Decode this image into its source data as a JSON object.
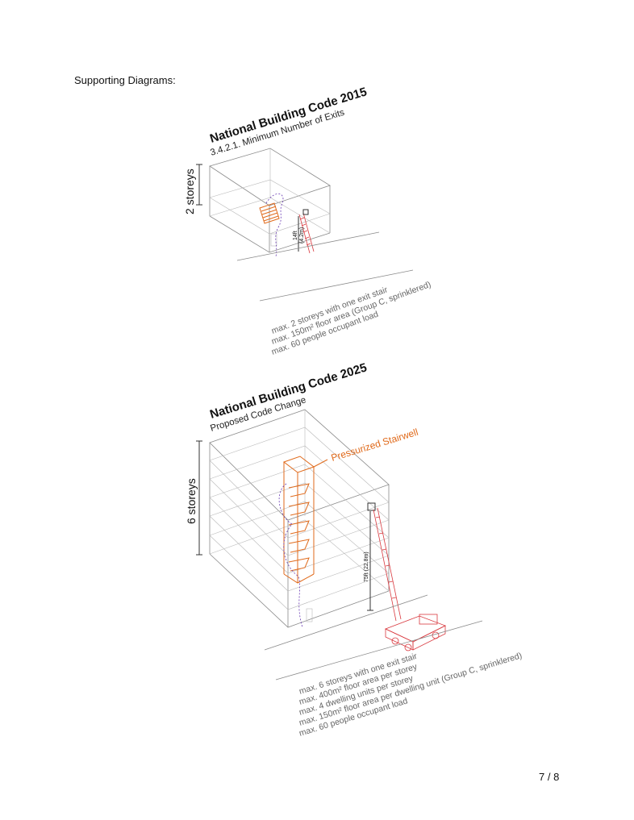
{
  "page": {
    "heading": "Supporting Diagrams:",
    "page_number": "7 / 8"
  },
  "diagram_2015": {
    "title": "National Building Code 2015",
    "subtitle": "3.4.2.1. Minimum Number of Exits",
    "storeys_label": "2 storeys",
    "height_label": "14ft",
    "height_label_metric": "(4.2m)",
    "notes": [
      "max. 2 storeys with one exit stair",
      "max. 150m² floor area (Group C, sprinklered)",
      "max. 60 people occupant load"
    ]
  },
  "diagram_2025": {
    "title": "National Building Code 2025",
    "subtitle": "Proposed Code Change",
    "storeys_label": "6 storeys",
    "stairwell_label": "Pressurized Stairwell",
    "height_label": "75ft (22.8m)",
    "notes": [
      "max. 6 storeys with one exit stair",
      "max. 400m² floor area per storey",
      "max. 4 dwelling units per storey",
      "max. 150m² floor area per dwelling unit (Group C, sprinklered)",
      "max. 60 people occupant load"
    ]
  },
  "colors": {
    "stair": "#e06a1b",
    "ladder": "#d9393f",
    "egress_path": "#6a3bb3"
  }
}
